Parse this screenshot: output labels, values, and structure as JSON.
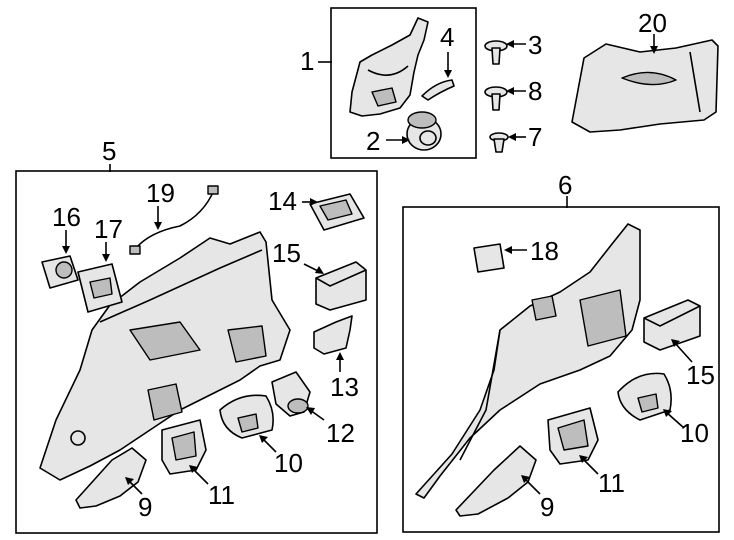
{
  "callouts": [
    {
      "id": "c1",
      "text": "1"
    },
    {
      "id": "c2",
      "text": "2"
    },
    {
      "id": "c3",
      "text": "3"
    },
    {
      "id": "c4",
      "text": "4"
    },
    {
      "id": "c5",
      "text": "5"
    },
    {
      "id": "c6",
      "text": "6"
    },
    {
      "id": "c7",
      "text": "7"
    },
    {
      "id": "c8",
      "text": "8"
    },
    {
      "id": "c9a",
      "text": "9"
    },
    {
      "id": "c9b",
      "text": "9"
    },
    {
      "id": "c10a",
      "text": "10"
    },
    {
      "id": "c10b",
      "text": "10"
    },
    {
      "id": "c11a",
      "text": "11"
    },
    {
      "id": "c11b",
      "text": "11"
    },
    {
      "id": "c12",
      "text": "12"
    },
    {
      "id": "c13",
      "text": "13"
    },
    {
      "id": "c14",
      "text": "14"
    },
    {
      "id": "c15a",
      "text": "15"
    },
    {
      "id": "c15b",
      "text": "15"
    },
    {
      "id": "c16",
      "text": "16"
    },
    {
      "id": "c17",
      "text": "17"
    },
    {
      "id": "c18",
      "text": "18"
    },
    {
      "id": "c19",
      "text": "19"
    },
    {
      "id": "c20",
      "text": "20"
    }
  ]
}
